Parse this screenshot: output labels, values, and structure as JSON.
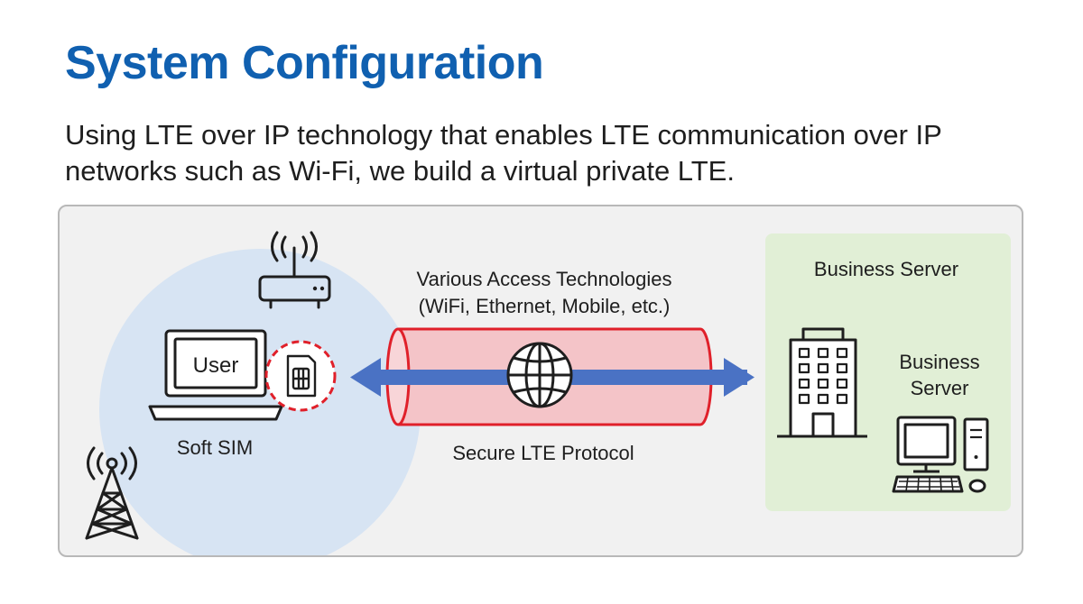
{
  "page": {
    "title": "System Configuration",
    "subtitle": "Using LTE over IP technology that enables LTE communication over IP networks such as Wi-Fi, we build a virtual private LTE."
  },
  "diagram": {
    "user_zone": {
      "laptop_label": "User",
      "soft_sim_label": "Soft SIM"
    },
    "tunnel": {
      "access_label_line1": "Various Access Technologies",
      "access_label_line2": "(WiFi, Ethernet, Mobile, etc.)",
      "protocol_label": "Secure LTE Protocol"
    },
    "server_zone": {
      "zone_label": "Business Server",
      "server_label_line1": "Business",
      "server_label_line2": "Server"
    },
    "icons": [
      "wifi-router-icon",
      "cell-tower-icon",
      "laptop-icon",
      "sim-card-icon",
      "globe-icon",
      "office-building-icon",
      "desktop-computer-icon"
    ],
    "colors": {
      "title": "#1060b0",
      "user_zone": "#d7e4f3",
      "server_zone": "#e1efd6",
      "tunnel_fill": "#f4c4c8",
      "tunnel_stroke": "#e0202a",
      "arrow": "#4a72c4",
      "panel_bg": "#f1f1f1"
    }
  }
}
